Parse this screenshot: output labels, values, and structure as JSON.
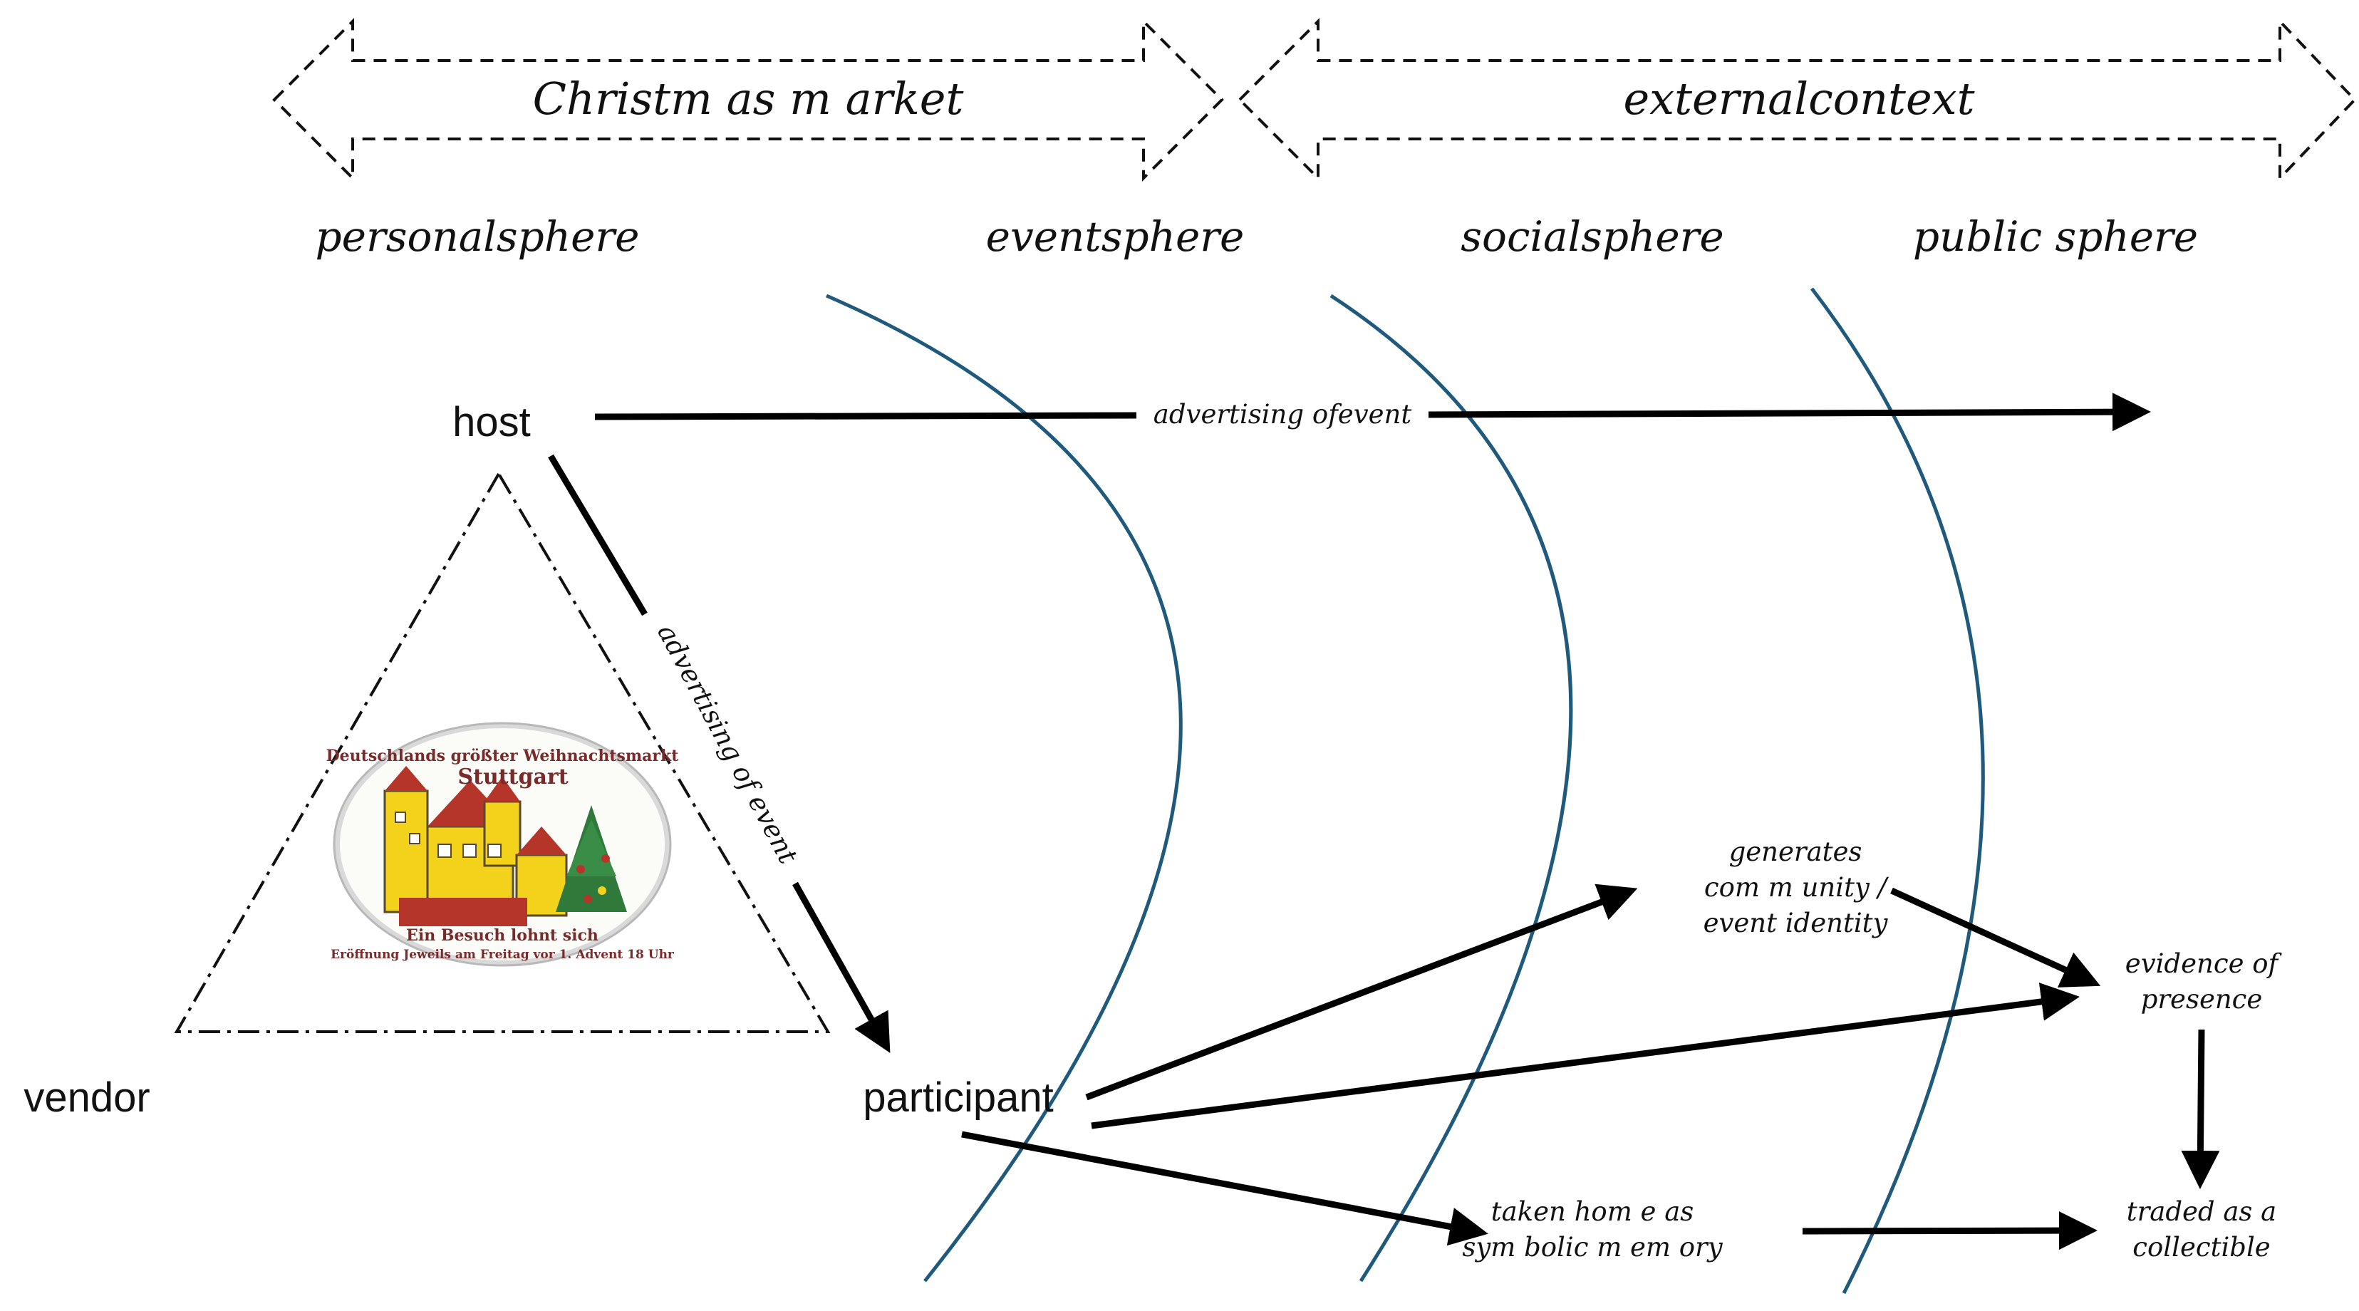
{
  "banners": {
    "left": "Christm as m arket",
    "right": "externalcontext"
  },
  "spheres": [
    "personalsphere",
    "eventsphere",
    "socialsphere",
    "public sphere"
  ],
  "roles": {
    "host": "host",
    "vendor": "vendor",
    "participant": "participant"
  },
  "notes": {
    "advertising_top": "advertising ofevent",
    "advertising_diag": "advertising of event",
    "generates": [
      "generates",
      "com m unity /",
      "event identity"
    ],
    "evidence": [
      "evidence of",
      "presence"
    ],
    "taken_home": [
      "taken hom e as",
      "sym bolic m em ory"
    ],
    "traded": [
      "traded as a",
      "collectible"
    ]
  },
  "logo": {
    "arc_top": "Deutschlands größter Weihnachtsmarkt",
    "city": "Stuttgart",
    "slogan": "Ein Besuch lohnt sich",
    "arc_bottom": "Eröffnung Jeweils am Freitag vor 1. Advent 18 Uhr"
  },
  "colors": {
    "sphere_curve": "#1f5a7d",
    "arrows": "#000000",
    "logo_rim": "#d9d9d9",
    "logo_yellow": "#f2d21b",
    "logo_red": "#b5352a",
    "logo_green": "#2f7a3a"
  }
}
